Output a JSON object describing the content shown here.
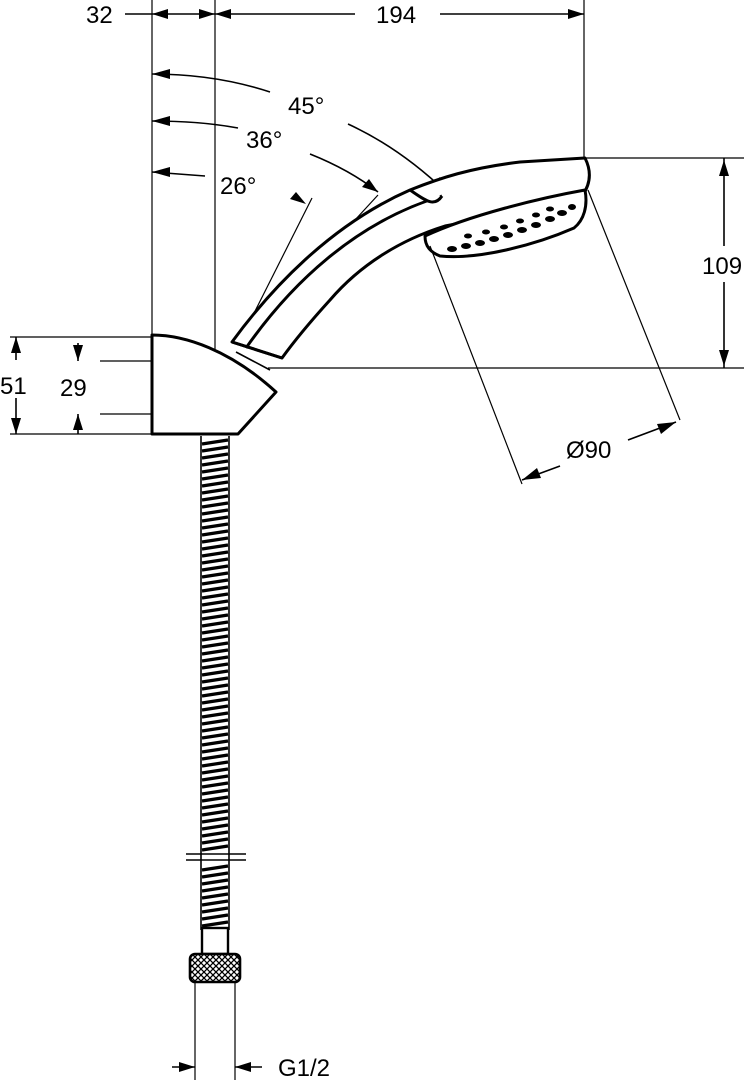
{
  "drawing": {
    "dimensions": {
      "width_bracket": "32",
      "horizontal_reach": "194",
      "angle_45": "45°",
      "angle_36": "36°",
      "angle_26": "26°",
      "height_head": "109",
      "bracket_height": "51",
      "bracket_inner": "29",
      "head_diameter": "Ø90",
      "thread": "G1/2"
    },
    "colors": {
      "line": "#000000",
      "background": "#ffffff"
    }
  }
}
